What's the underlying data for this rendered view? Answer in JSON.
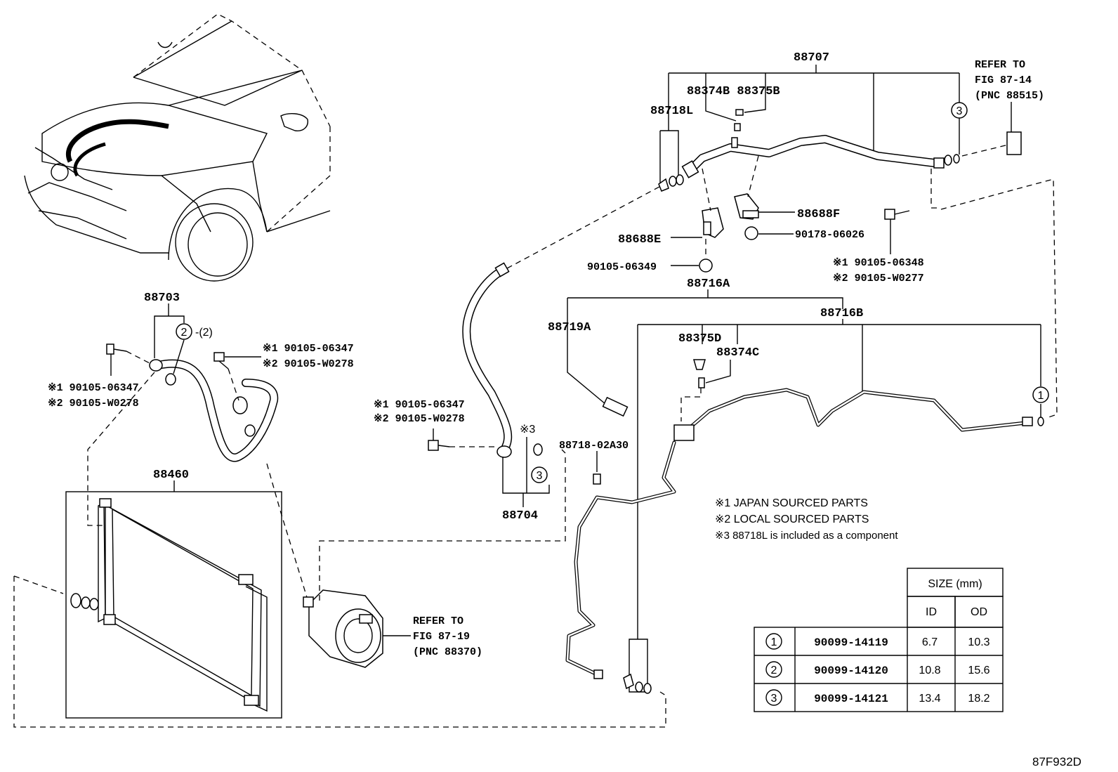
{
  "labels": {
    "p88707": "88707",
    "p88374B_88375B": "88374B 88375B",
    "p88718L": "88718L",
    "p88688F": "88688F",
    "p88688E": "88688E",
    "p90178_06026": "90178-06026",
    "p90105_06349": "90105-06349",
    "p88716A": "88716A",
    "p88716B": "88716B",
    "p88719A": "88719A",
    "p88375D": "88375D",
    "p88374C": "88374C",
    "p88703": "88703",
    "p88460": "88460",
    "p88704": "88704",
    "p88718_02A30": "88718-02A30",
    "p2_paren": "-(2)",
    "x3": "※3",
    "bolt_a1": "※1 90105-06348",
    "bolt_a2": "※2 90105-W0277",
    "bolt_b1": "※1 90105-06347",
    "bolt_b2": "※2 90105-W0278",
    "bolt_c1": "※1 90105-06347",
    "bolt_c2": "※2 90105-W0278",
    "bolt_d1": "※1 90105-06347",
    "bolt_d2": "※2 90105-W0278",
    "fig_code": "87F932D"
  },
  "refs": {
    "ref_top": [
      "REFER TO",
      "FIG 87-14",
      "(PNC 88515)"
    ],
    "ref_comp": [
      "REFER TO",
      "FIG 87-19",
      "(PNC 88370)"
    ]
  },
  "callouts": {
    "c1": "1",
    "c2": "2",
    "c3a": "3",
    "c3b": "3"
  },
  "notes": [
    "※1 JAPAN SOURCED PARTS",
    "※2 LOCAL SOURCED PARTS",
    "※3 88718L is included as a component"
  ],
  "size_table": {
    "header": "SIZE (mm)",
    "col_id": "ID",
    "col_od": "OD",
    "rows": [
      {
        "mark": "1",
        "part": "90099-14119",
        "id": "6.7",
        "od": "10.3"
      },
      {
        "mark": "2",
        "part": "90099-14120",
        "id": "10.8",
        "od": "15.6"
      },
      {
        "mark": "3",
        "part": "90099-14121",
        "id": "13.4",
        "od": "18.2"
      }
    ]
  }
}
